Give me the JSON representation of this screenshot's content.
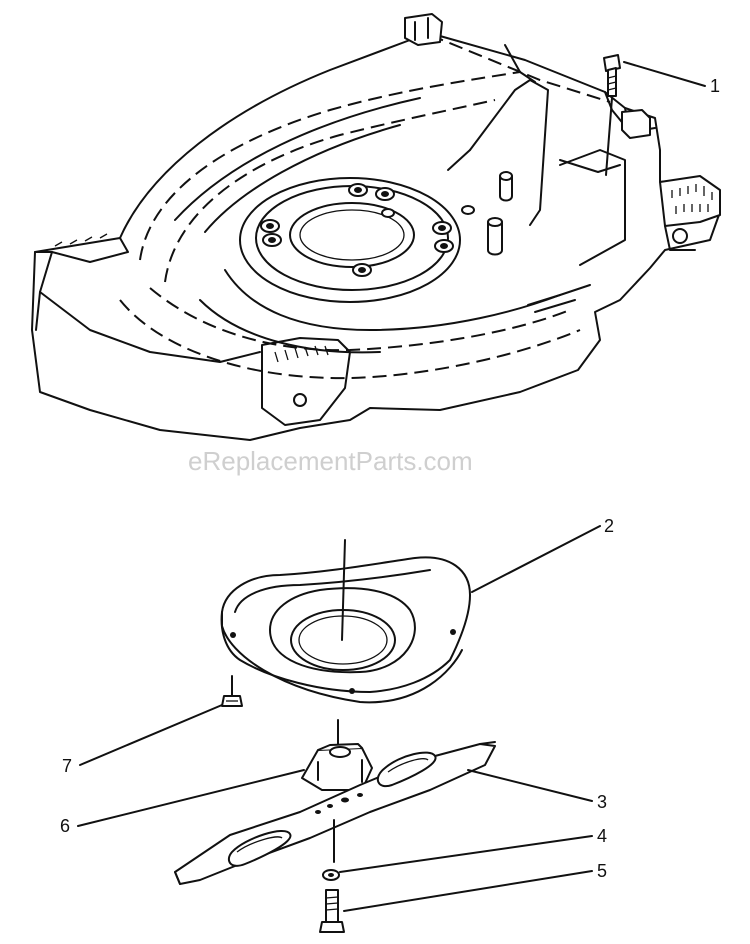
{
  "watermark": "eReplacementParts.com",
  "callouts": [
    {
      "id": "1",
      "label": "1"
    },
    {
      "id": "2",
      "label": "2"
    },
    {
      "id": "3",
      "label": "3"
    },
    {
      "id": "4",
      "label": "4"
    },
    {
      "id": "5",
      "label": "5"
    },
    {
      "id": "6",
      "label": "6"
    },
    {
      "id": "7",
      "label": "7"
    }
  ],
  "parts": {
    "deck": "mower-deck",
    "baffle": "blade-baffle",
    "blade": "mower-blade",
    "adapter": "blade-adapter",
    "bolt_top": "deck-bolt",
    "bolt_blade": "blade-bolt",
    "washer": "washer",
    "screw": "baffle-screw"
  }
}
